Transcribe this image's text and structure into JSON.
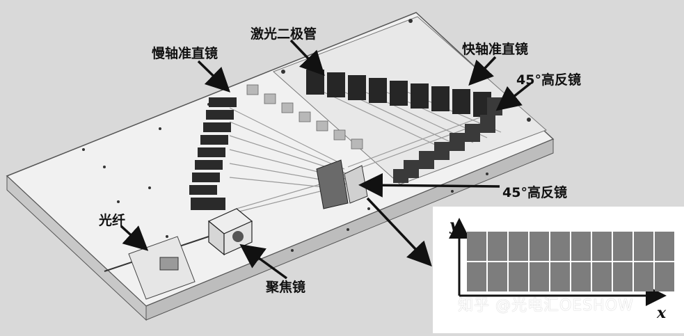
{
  "labels": {
    "slow_axis_collimator": "慢轴准直镜",
    "laser_diode": "激光二极管",
    "fast_axis_collimator": "快轴准直镜",
    "hr_mirror_top": "45°高反镜",
    "hr_mirror_mid": "45°高反镜",
    "fiber": "光纤",
    "focusing_lens": "聚焦镜"
  },
  "inset": {
    "y_axis": "y",
    "x_axis": "x",
    "grid_columns": 10,
    "grid_rows": 2,
    "watermark": "知乎 @光电汇OESHOW"
  },
  "colors": {
    "background": "#d9d9d9",
    "plate": "#f1f1f1",
    "component": "#2a2a2a",
    "inset_cell": "#7d7d7d"
  }
}
